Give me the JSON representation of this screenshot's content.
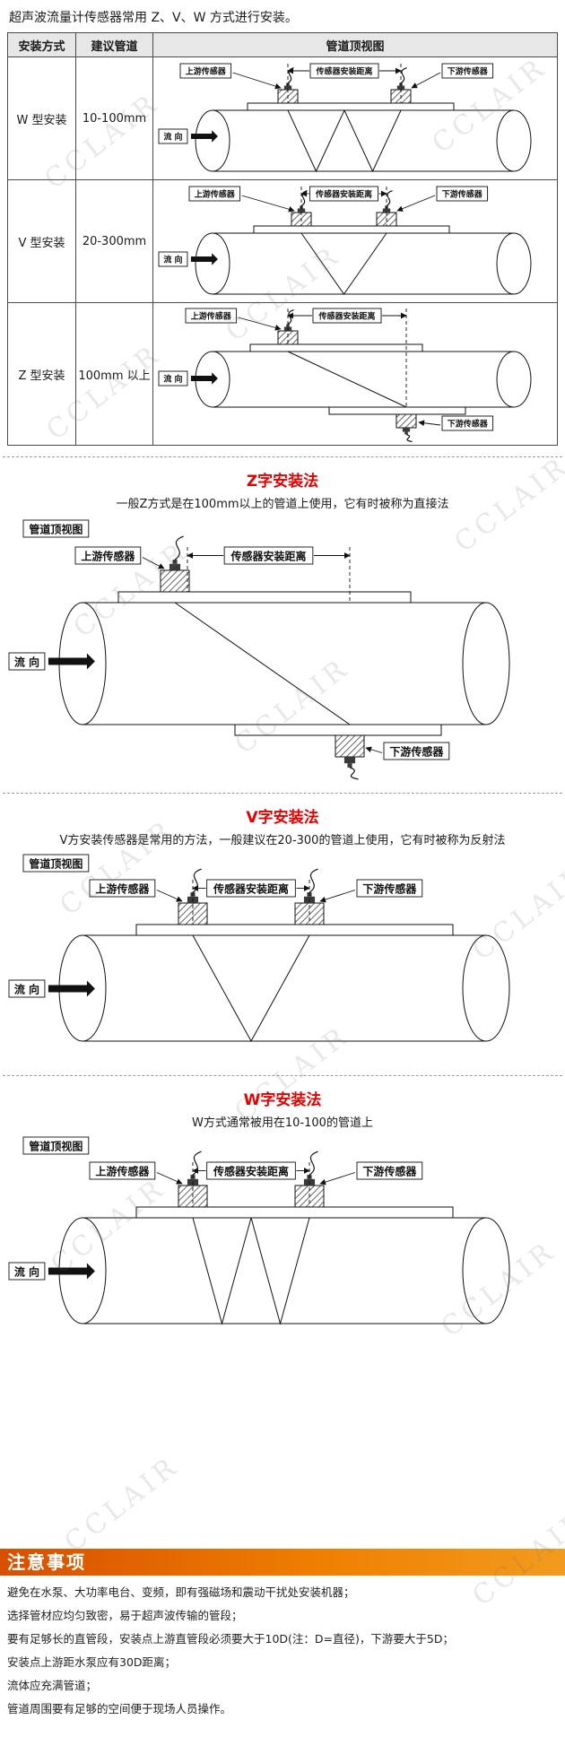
{
  "intro": "超声波流量计传感器常用 Z、V、W 方式进行安装。",
  "watermark": "CCLAIR",
  "table": {
    "headers": [
      "安装方式",
      "建议管道",
      "管道顶视图"
    ],
    "rows": [
      {
        "method": "W 型安装",
        "pipe": "10-100mm",
        "diagram": "W"
      },
      {
        "method": "V 型安装",
        "pipe": "20-300mm",
        "diagram": "V"
      },
      {
        "method": "Z 型安装",
        "pipe": "100mm 以上",
        "diagram": "Z"
      }
    ]
  },
  "diagram_labels": {
    "top_view": "管道顶视图",
    "upstream_sensor": "上游传感器",
    "downstream_sensor": "下游传感器",
    "install_distance": "传感器安装距离",
    "flow_direction": "流 向"
  },
  "sections": [
    {
      "id": "Z",
      "title": "Z字安装法",
      "desc": "一般Z方式是在100mm以上的管道上使用，它有时被称为直接法"
    },
    {
      "id": "V",
      "title": "V字安装法",
      "desc": "V方安装传感器是常用的方法，一般建议在20-300的管道上使用，它有时被称为反射法"
    },
    {
      "id": "W",
      "title": "W字安装法",
      "desc": "W方式通常被用在10-100的管道上"
    }
  ],
  "notes": {
    "title": "注意事项",
    "items": [
      "避免在水泵、大功率电台、变频，即有强磁场和震动干扰处安装机器；",
      "选择管材应均匀致密，易于超声波传输的管段；",
      "要有足够长的直管段，安装点上游直管段必须要大于10D(注：D=直径)，下游要大于5D；",
      "安装点上游距水泵应有30D距离；",
      "流体应充满管道；",
      "管道周围要有足够的空间便于现场人员操作。"
    ]
  },
  "colors": {
    "accent_red": "#e60000",
    "notes_bar_from": "#d84f00",
    "notes_bar_to": "#f29b1d",
    "table_header_bg": "#e7e7e7"
  }
}
